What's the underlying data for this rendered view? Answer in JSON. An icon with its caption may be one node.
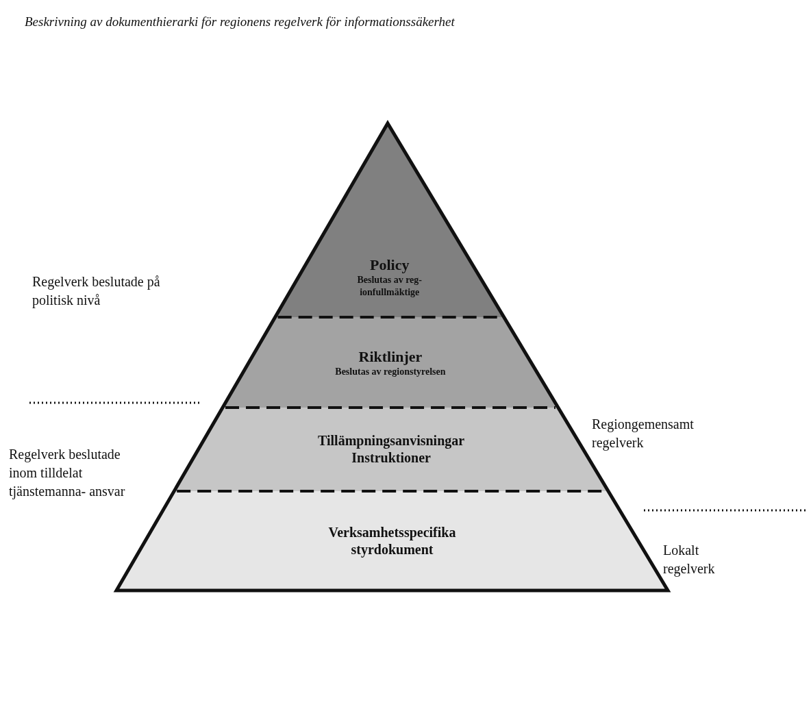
{
  "diagram": {
    "title": "Beskrivning av dokumenthierarki för regionens regelverk för informationssäkerhet",
    "nodes": [
      {
        "text": [
          "Policy",
          "Beslutas av reg- ionfullmäktige"
        ]
      },
      {
        "text": [
          "Riktlinjer",
          "Beslutas av regionstyrelsen"
        ]
      },
      {
        "text": [
          "Tillämpningsanvisningar Instruktioner"
        ]
      },
      {
        "text": [
          "Verksamhetsspecifika styrdokument"
        ]
      }
    ],
    "edges": [],
    "labels": [
      "Regelverk beslutade på politisk nivå",
      "Regelverk beslutade inom tilldelat tjänstemanna- ansvar",
      "Regiongemensamt regelverk",
      "Lokalt regelverk"
    ]
  }
}
